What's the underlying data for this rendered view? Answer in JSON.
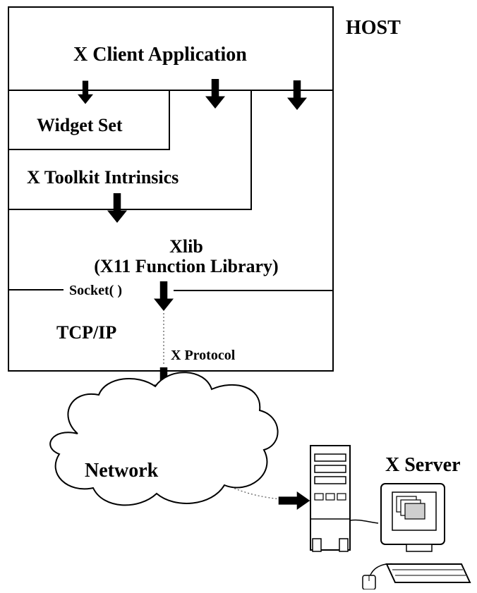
{
  "labels": {
    "host": "HOST",
    "client_app": "X Client Application",
    "widget_set": "Widget Set",
    "toolkit": "X Toolkit Intrinsics",
    "xlib_line1": "Xlib",
    "xlib_line2": "(X11 Function Library)",
    "socket": "Socket( )",
    "tcpip": "TCP/IP",
    "protocol": "X Protocol",
    "network": "Network",
    "server": "X Server"
  },
  "icons": {
    "network": "cloud-icon",
    "server": "server-tower-icon",
    "workstation": "workstation-icon",
    "mouse": "mouse-icon",
    "arrow": "down-arrow-icon"
  },
  "colors": {
    "line": "#000000",
    "background": "#ffffff",
    "dotted_path": "#555555"
  }
}
